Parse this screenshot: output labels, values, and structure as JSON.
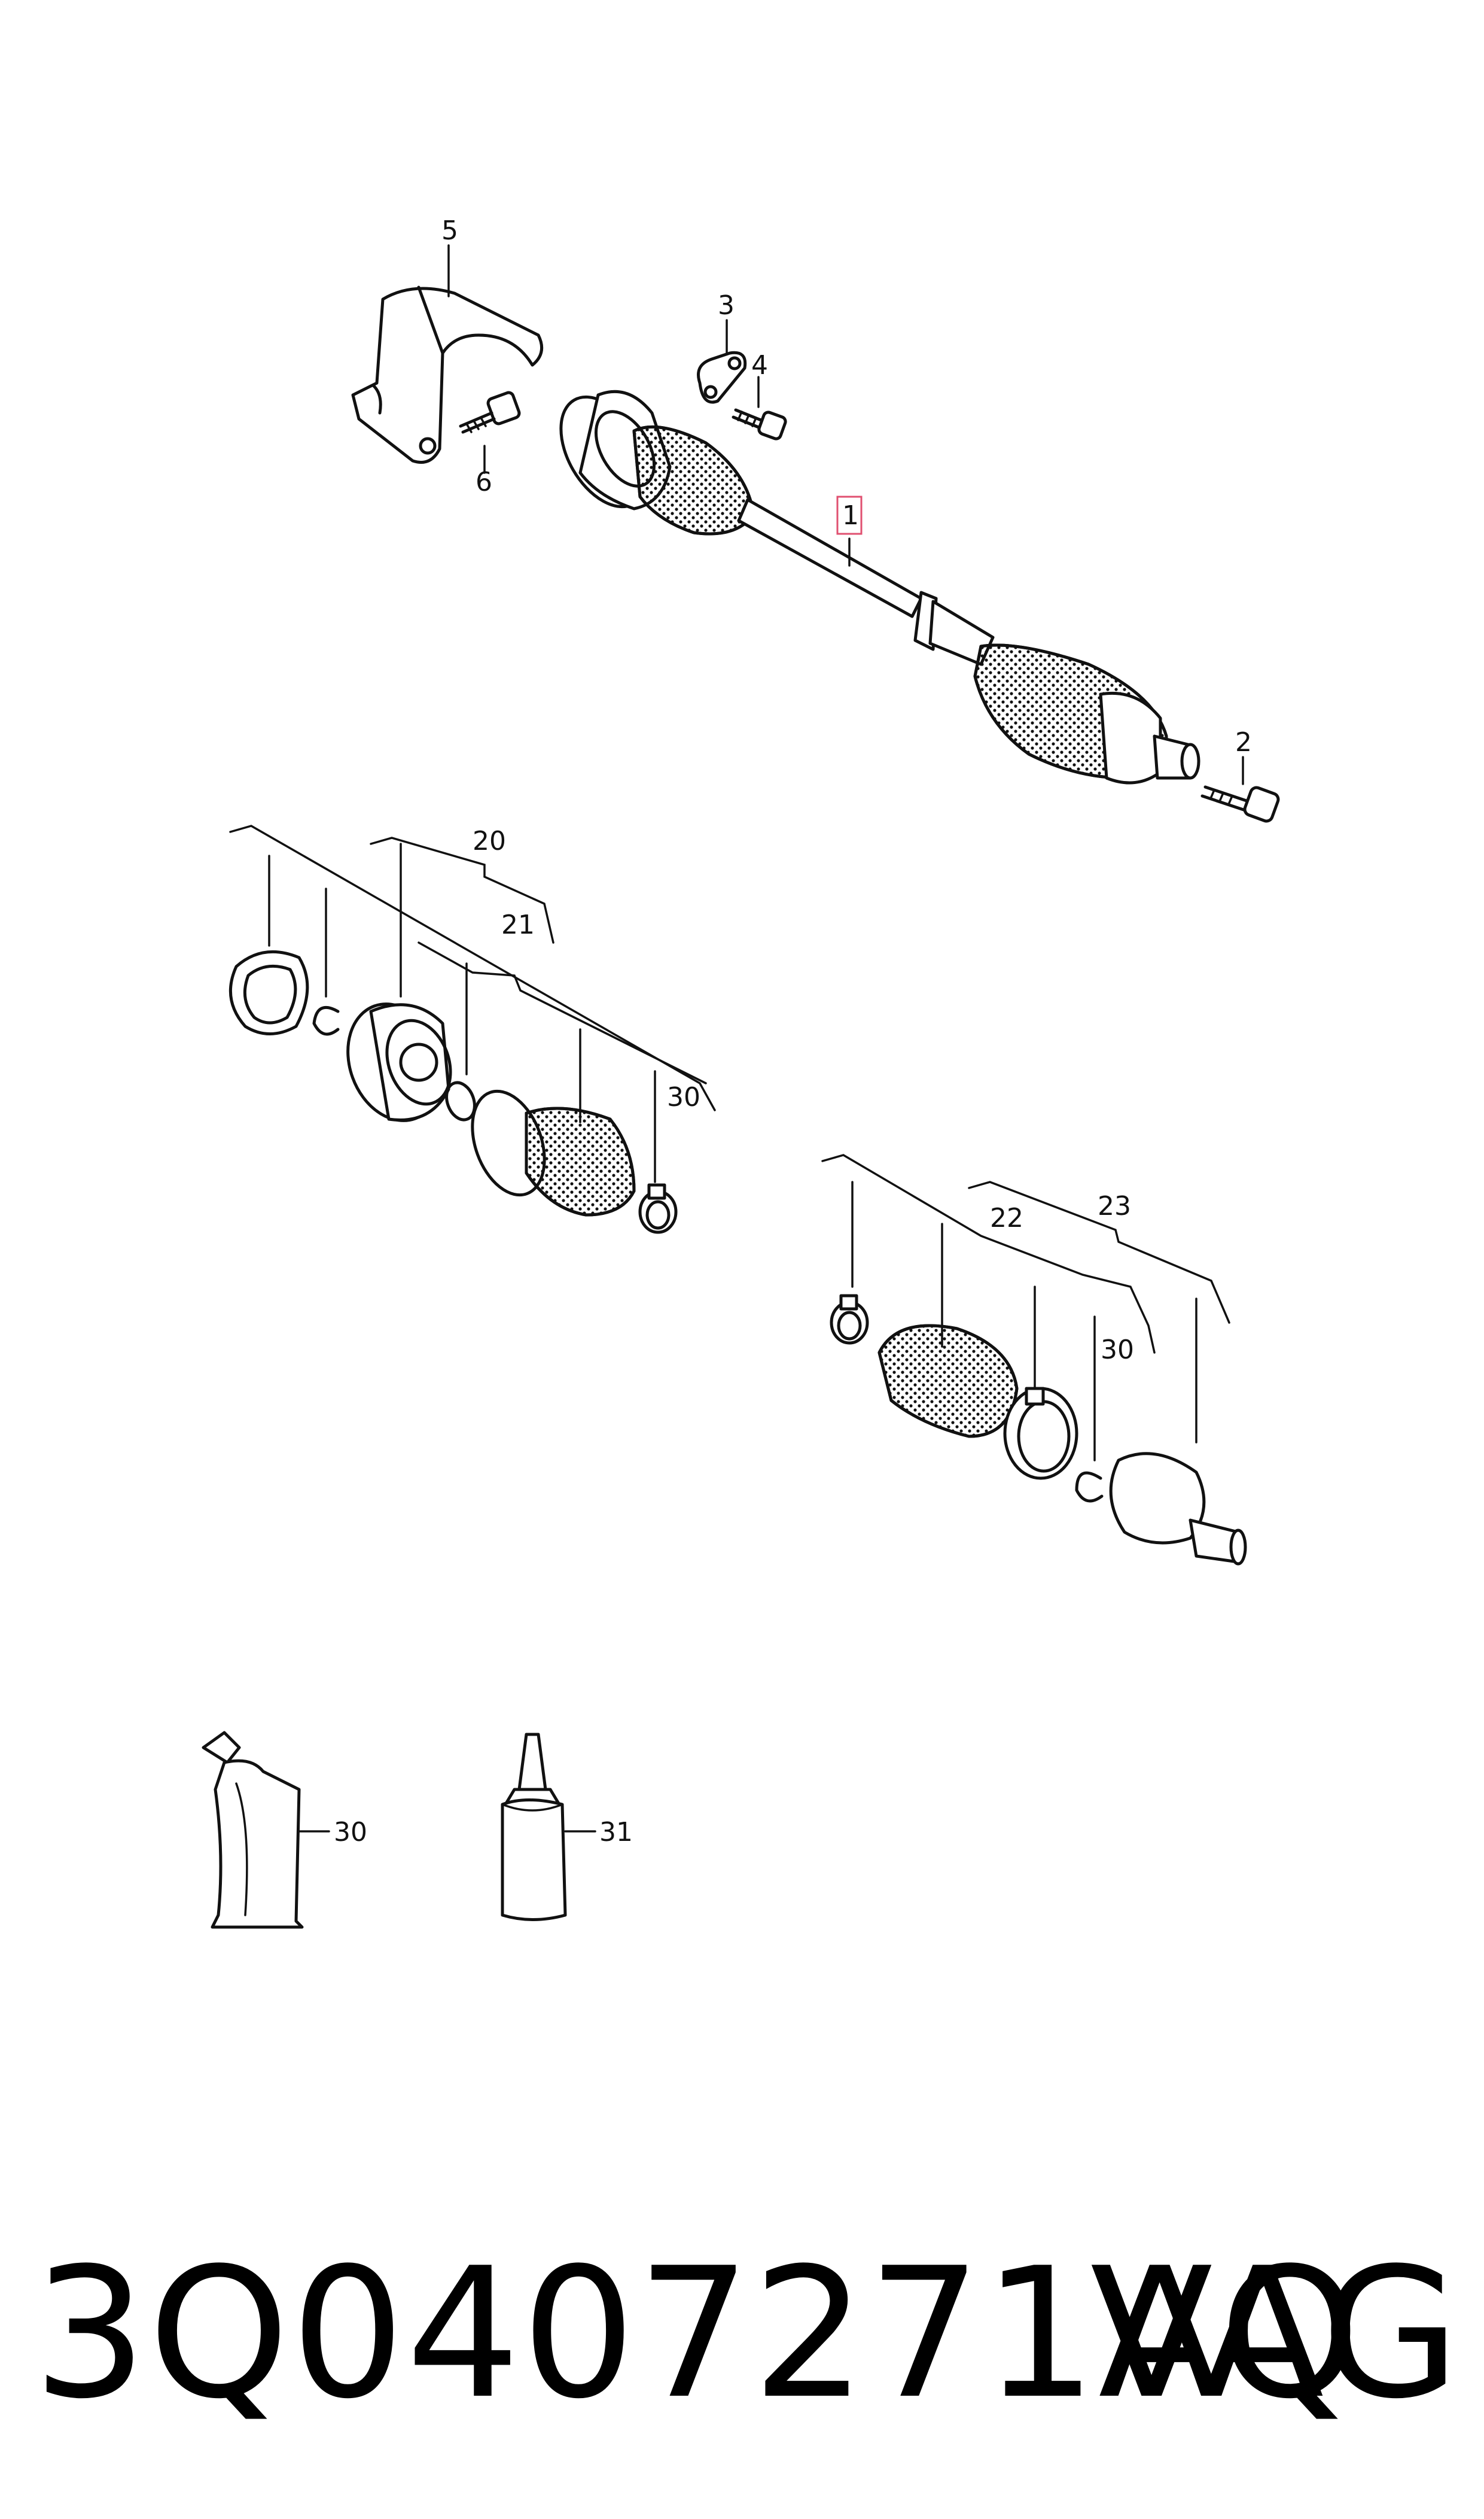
{
  "callouts": {
    "p1": "1",
    "p2": "2",
    "p3": "3",
    "p4": "4",
    "p5": "5",
    "p6": "6",
    "p20": "20",
    "p21": "21",
    "p22": "22",
    "p23": "23",
    "p30a": "30",
    "p30b": "30",
    "p30c": "30",
    "p31": "31"
  },
  "footer": {
    "part_number": "3Q0407271AQ",
    "brand": "VAG"
  },
  "colors": {
    "line": "#111111",
    "highlight_box": "#e05070"
  }
}
